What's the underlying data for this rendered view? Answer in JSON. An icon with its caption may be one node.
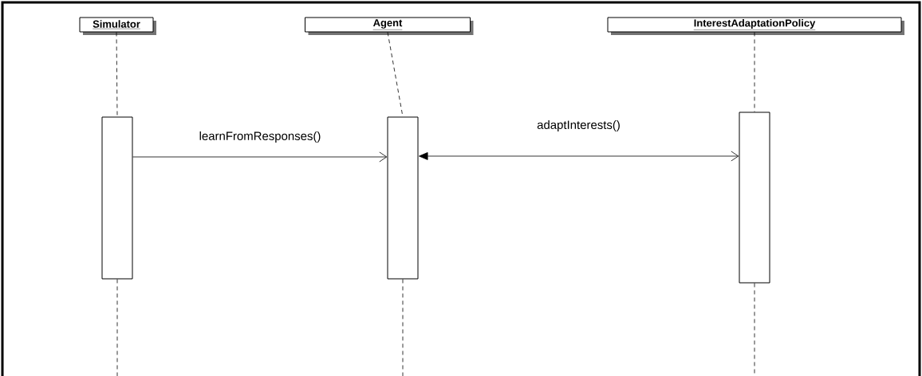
{
  "diagram": {
    "nodes": [
      {
        "text": [
          "Simulator"
        ]
      },
      {
        "text": [
          "Agent"
        ]
      },
      {
        "text": [
          "InterestAdaptationPolicy"
        ]
      },
      {
        "text": [],
        "shape": "bar"
      },
      {
        "text": [],
        "shape": "bar"
      },
      {
        "text": [],
        "shape": "bar"
      }
    ],
    "edges": [
      {
        "from": 0,
        "to": 3,
        "arrow": "none",
        "style": "dashed"
      },
      {
        "from": 1,
        "to": 4,
        "arrow": "none",
        "style": "dashed"
      },
      {
        "from": 2,
        "to": 5,
        "arrow": "none",
        "style": "dashed"
      },
      {
        "from": 3,
        "to": null,
        "arrow": "none",
        "style": "dashed"
      },
      {
        "from": 4,
        "to": null,
        "arrow": "none",
        "style": "dashed"
      },
      {
        "from": 5,
        "to": null,
        "arrow": "none",
        "style": "dashed"
      },
      {
        "from": 3,
        "to": 4,
        "arrow": "to",
        "label": "learnFromResponses()"
      },
      {
        "from": 4,
        "to": 5,
        "arrow": "both",
        "label": "adaptInterests()"
      }
    ]
  }
}
